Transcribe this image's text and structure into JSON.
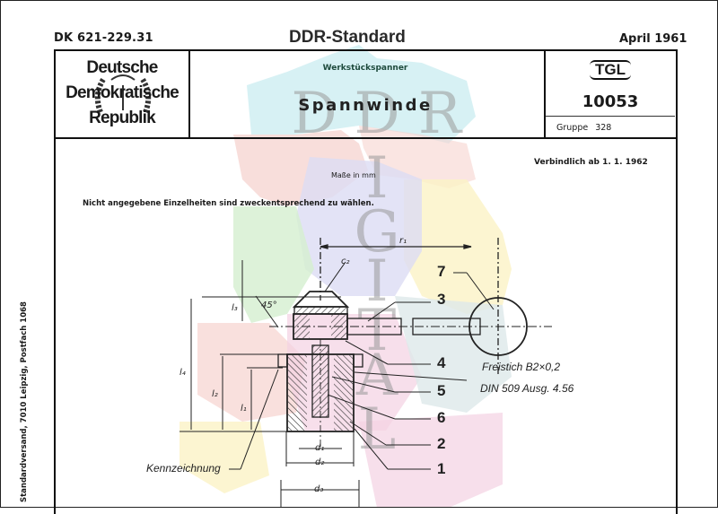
{
  "header": {
    "dk_number": "DK 621-229.31",
    "standard_title": "DDR-Standard",
    "date": "April 1961"
  },
  "title_block": {
    "issuer_lines": [
      "Deutsche",
      "Demokratische",
      "Republik"
    ],
    "category": "Werkstückspanner",
    "title": "Spannwinde",
    "tgl_label": "TGL",
    "tgl_number": "10053",
    "gruppe_label": "Gruppe",
    "gruppe_value": "328"
  },
  "body": {
    "valid_from": "Verbindlich ab 1. 1. 1962",
    "units_note": "Maße in mm",
    "general_note": "Nicht angegebene Einzelheiten sind zweckentsprechend zu wählen.",
    "side_margin_text": "Standardversand, 7010 Leipzig, Postfach 1068"
  },
  "drawing": {
    "callouts": [
      "7",
      "3",
      "4",
      "5",
      "6",
      "2",
      "1"
    ],
    "undercut_note_line1": "Freistich  B2×0,2",
    "undercut_note_line2": "DIN 509  Ausg. 4.56",
    "marking_label": "Kennzeichnung",
    "dimensions": {
      "r1": "r₁",
      "c2": "c₂",
      "l3": "l₃",
      "angle": "45°",
      "l4": "l₄",
      "l2": "l₂",
      "l1": "l₁",
      "d1": "d₁",
      "d2": "d₂",
      "d3": "d₃"
    }
  },
  "watermark": {
    "letters": [
      "D",
      "D",
      "R",
      "I",
      "G",
      "I",
      "T",
      "A",
      "L"
    ],
    "region_colors": [
      "#c9ecf0",
      "#f6d3cf",
      "#d4efcf",
      "#dcdcf4",
      "#fbf3c6",
      "#f3d2e3",
      "#dde9ea"
    ]
  }
}
